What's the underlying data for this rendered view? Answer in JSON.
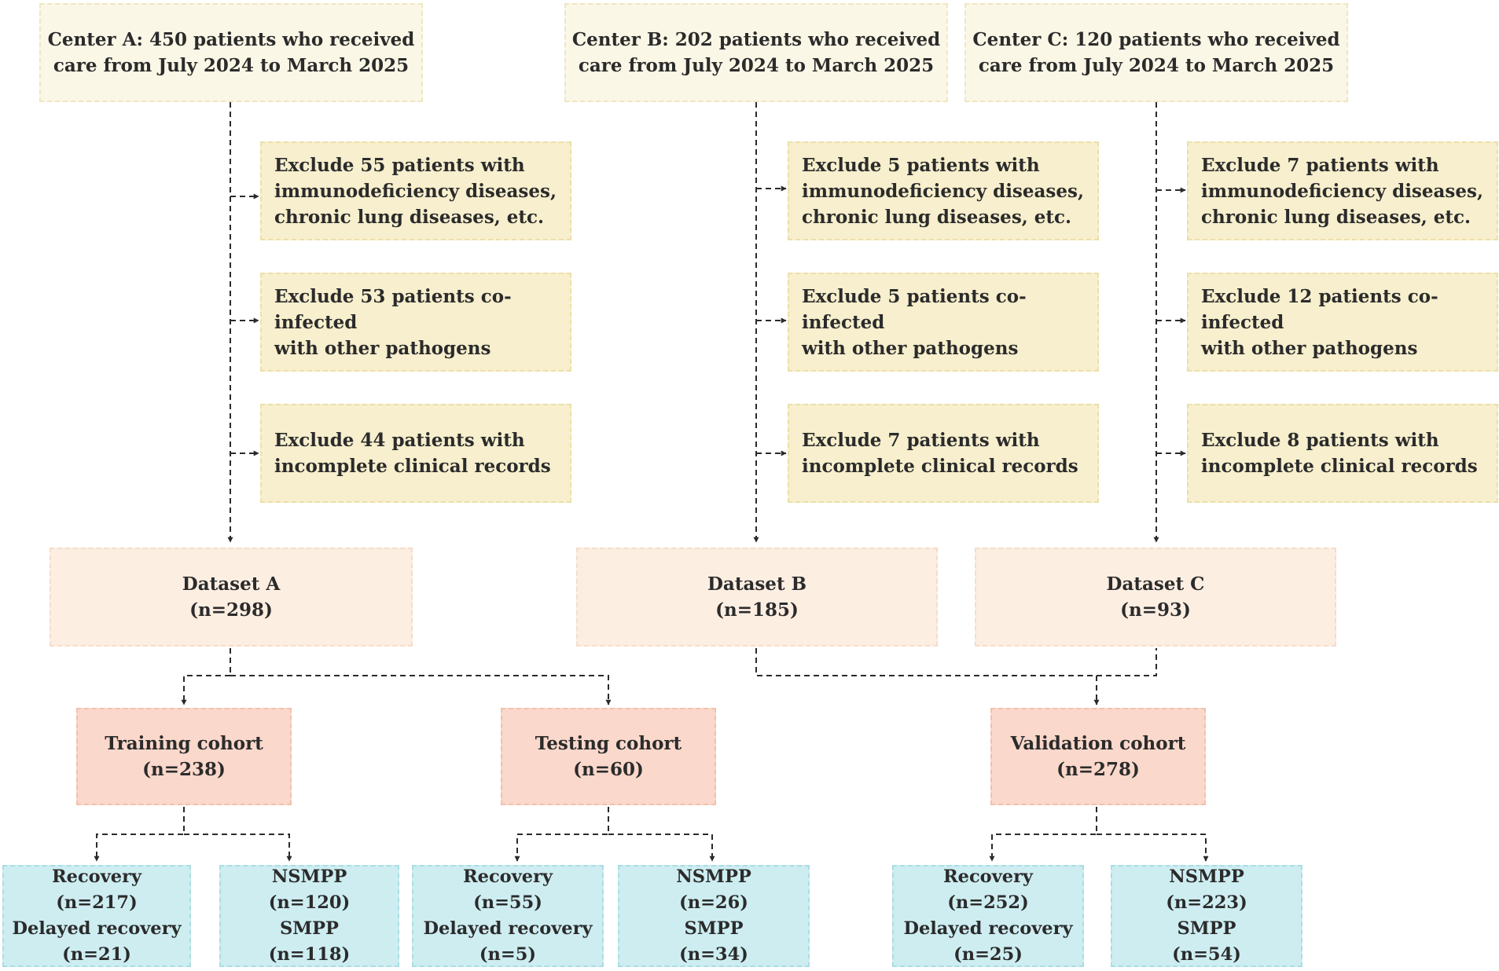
{
  "centers": [
    {
      "line1": "Center A: 450 patients who received",
      "line2": "care from July 2024 to March 2025"
    },
    {
      "line1": "Center B: 202 patients who received",
      "line2": "care from July 2024 to March 2025"
    },
    {
      "line1": "Center C: 120 patients who received",
      "line2": "care from July 2024 to March 2025"
    }
  ],
  "exclusions": [
    [
      {
        "lines": [
          "Exclude 55 patients with",
          "immunodeficiency diseases,",
          "chronic lung diseases, etc."
        ]
      },
      {
        "lines": [
          "Exclude 53 patients co-infected",
          "with other pathogens"
        ]
      },
      {
        "lines": [
          "Exclude 44 patients with",
          "incomplete clinical records"
        ]
      }
    ],
    [
      {
        "lines": [
          "Exclude 5 patients with",
          "immunodeficiency diseases,",
          "chronic lung diseases, etc."
        ]
      },
      {
        "lines": [
          "Exclude 5 patients co-infected",
          "with other pathogens"
        ]
      },
      {
        "lines": [
          "Exclude 7 patients with",
          "incomplete clinical records"
        ]
      }
    ],
    [
      {
        "lines": [
          "Exclude 7 patients with",
          "immunodeficiency diseases,",
          "chronic lung diseases, etc."
        ]
      },
      {
        "lines": [
          "Exclude 12 patients co-infected",
          "with other pathogens"
        ]
      },
      {
        "lines": [
          "Exclude 8 patients with",
          "incomplete clinical records"
        ]
      }
    ]
  ],
  "datasets": [
    {
      "name": "Dataset A",
      "n": "(n=298)"
    },
    {
      "name": "Dataset B",
      "n": "(n=185)"
    },
    {
      "name": "Dataset C",
      "n": "(n=93)"
    }
  ],
  "cohorts": [
    {
      "name": "Training cohort",
      "n": "(n=238)"
    },
    {
      "name": "Testing cohort",
      "n": "(n=60)"
    },
    {
      "name": "Validation cohort",
      "n": "(n=278)"
    }
  ],
  "outcomes": [
    {
      "lines": [
        "Recovery",
        "(n=217)",
        "Delayed recovery",
        "(n=21)"
      ]
    },
    {
      "lines": [
        "NSMPP",
        "(n=120)",
        "SMPP",
        "(n=118)"
      ]
    },
    {
      "lines": [
        "Recovery",
        "(n=55)",
        "Delayed recovery",
        "(n=5)"
      ]
    },
    {
      "lines": [
        "NSMPP",
        "(n=26)",
        "SMPP",
        "(n=34)"
      ]
    },
    {
      "lines": [
        "Recovery",
        "(n=252)",
        "Delayed recovery",
        "(n=25)"
      ]
    },
    {
      "lines": [
        "NSMPP",
        "(n=223)",
        "SMPP",
        "(n=54)"
      ]
    }
  ],
  "colors": {
    "connector": "#2b2b2b",
    "center_fill": "#fbf7e6",
    "exclude_fill": "#f7efcd",
    "dataset_fill": "#fdeee2",
    "cohort_fill": "#fad8cb",
    "outcome_fill": "#cdedf1"
  }
}
